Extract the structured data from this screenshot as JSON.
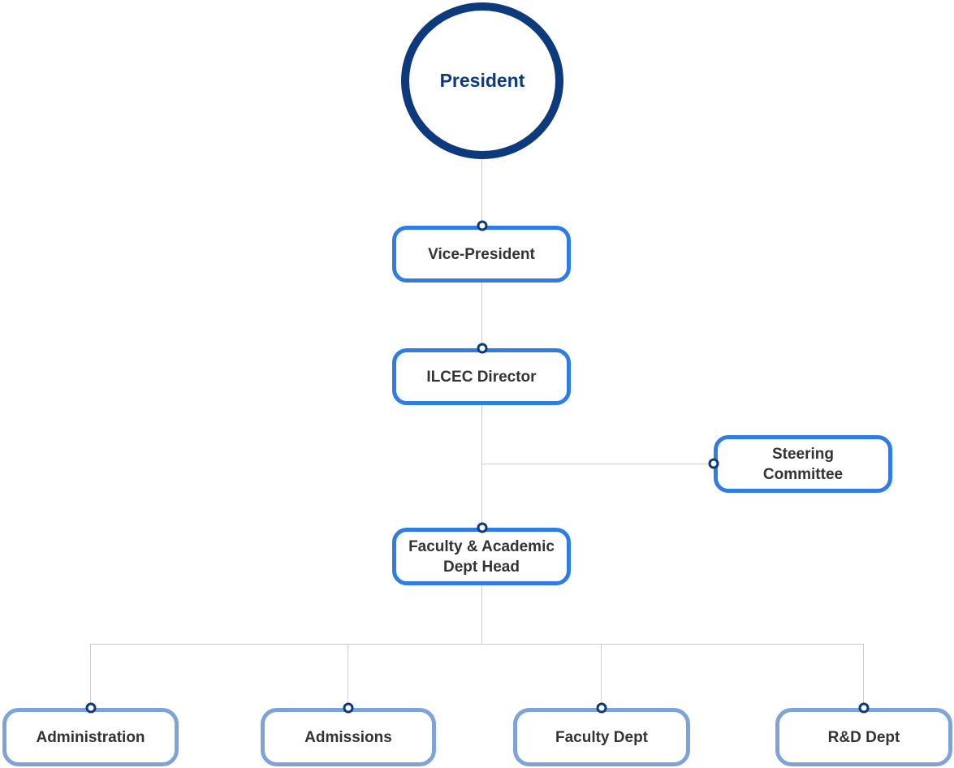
{
  "diagram": {
    "type": "org-chart",
    "nodes": [
      {
        "id": "president",
        "label": "President",
        "shape": "circle",
        "level": 1
      },
      {
        "id": "vice-president",
        "label": "Vice-President",
        "shape": "rounded-box",
        "level": 2
      },
      {
        "id": "ilcec-director",
        "label": "ILCEC Director",
        "shape": "rounded-box",
        "level": 3
      },
      {
        "id": "steering-committee",
        "label": "Steering Committee",
        "label_lines": [
          "Steering",
          "Committee"
        ],
        "shape": "rounded-box",
        "level": 3
      },
      {
        "id": "faculty-academic-dept-head",
        "label": "Faculty & Academic Dept Head",
        "label_lines": [
          "Faculty & Academic",
          "Dept Head"
        ],
        "shape": "rounded-box",
        "level": 4
      },
      {
        "id": "administration",
        "label": "Administration",
        "shape": "rounded-box",
        "level": 5
      },
      {
        "id": "admissions",
        "label": "Admissions",
        "shape": "rounded-box",
        "level": 5
      },
      {
        "id": "faculty-dept",
        "label": "Faculty Dept",
        "shape": "rounded-box",
        "level": 5
      },
      {
        "id": "rd-dept",
        "label": "R&D Dept",
        "shape": "rounded-box",
        "level": 5
      }
    ],
    "edges": [
      {
        "from": "President",
        "to": "Vice-President"
      },
      {
        "from": "Vice-President",
        "to": "ILCEC Director"
      },
      {
        "from": "ILCEC Director",
        "to": "Steering Committee"
      },
      {
        "from": "ILCEC Director",
        "to": "Faculty & Academic Dept Head"
      },
      {
        "from": "Faculty & Academic Dept Head",
        "to": "Administration"
      },
      {
        "from": "Faculty & Academic Dept Head",
        "to": "Admissions"
      },
      {
        "from": "Faculty & Academic Dept Head",
        "to": "Faculty Dept"
      },
      {
        "from": "Faculty & Academic Dept Head",
        "to": "R&D Dept"
      }
    ],
    "colors": {
      "president_border": "#0d3a7d",
      "president_text": "#0c3a80",
      "branch_box_border": "#2e7ce4",
      "leaf_box_border": "#7ea3d9",
      "connector_line": "#cccccc",
      "connector_dot_ring": "#0d3a7d",
      "connector_dot_center": "#ffffff",
      "node_text": "#333333",
      "background": "#ffffff"
    }
  }
}
